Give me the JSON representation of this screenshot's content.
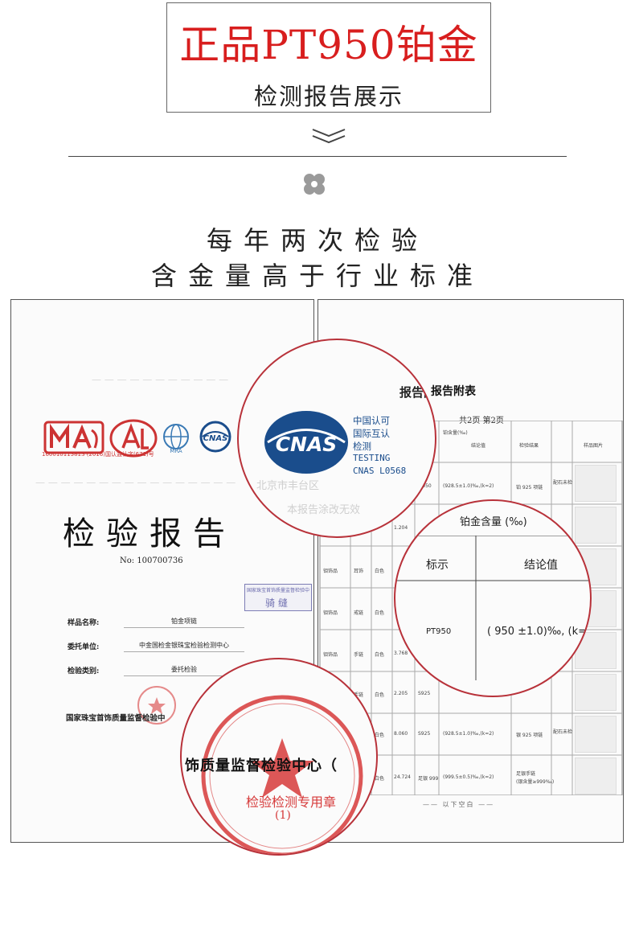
{
  "header": {
    "title": "正品PT950铂金",
    "subtitle": "检测报告展示"
  },
  "slogan": {
    "line1": "每年两次检验",
    "line2": "含金量高于行业标准"
  },
  "left_report": {
    "seal_text": "16001011381S",
    "seal_small": "(2016)国认监认字(671)号",
    "title": "检验报告",
    "number": "No: 100700736",
    "fields": [
      {
        "label": "样品名称:",
        "value": "铂金项链"
      },
      {
        "label": "委托单位:",
        "value": "中金国检金银珠宝检验检测中心"
      },
      {
        "label": "检验类别:",
        "value": "委托检验"
      }
    ],
    "organization": "国家珠宝首饰质量监督检验中",
    "seam_stamp_top": "国家珠宝首饰质量监督检验中心",
    "seam_stamp_main": "骑缝"
  },
  "right_report": {
    "appendix_title": "报告附表",
    "page_info": "共2页    第2页",
    "column_headers": [
      "铂含量(‰)",
      "结论值",
      "检验结果",
      "样品图片"
    ],
    "rows": [
      {
        "name": "",
        "val": "PT950",
        "conclusion": "(928.5±1.0)‰,(k=2)",
        "result": "铂 925 项链",
        "note": "配石未检"
      },
      {
        "name": "",
        "val": "",
        "conclusion": "",
        "result": "",
        "note": ""
      },
      {
        "name": "",
        "val": "1.204",
        "conclusion": "",
        "result": "",
        "note": ""
      },
      {
        "name": "钼饰品",
        "val": "耳饰",
        "conclusion": "白色",
        "result": "",
        "note": ""
      },
      {
        "name": "钼饰品",
        "val": "戒链",
        "conclusion": "白色",
        "result": "",
        "note": ""
      },
      {
        "name": "钼饰品",
        "val": "手链",
        "conclusion": "白色",
        "result": "3.768",
        "note": ""
      },
      {
        "name": "",
        "val": "手链",
        "conclusion": "白色",
        "result": "2.205",
        "note": "S925"
      },
      {
        "name": "",
        "val": "",
        "conclusion": "白色",
        "result": "8.060",
        "note": "S925"
      },
      {
        "name": "",
        "val": "",
        "conclusion": "白色",
        "result": "24.724",
        "note": "足银 999"
      }
    ],
    "row_extras": [
      {
        "std": "(928.5±1.0)‰,(k=2)",
        "res": "银 925 项链",
        "note": "配石未检"
      },
      {
        "std": "(999.5±0.5)‰,(k=2)",
        "res": "足银手链",
        "note": "(银含量≥999‰)"
      }
    ],
    "end_note": "—— 以下空白 ——"
  },
  "magnifier_cnas": {
    "lines": [
      "中国认可",
      "国际互认",
      "检测",
      "TESTING",
      "CNAS L0568"
    ],
    "bleed_top": "报告附表",
    "bleed_left": "北京市丰台区",
    "bleed_left2": "本报告涂改无效"
  },
  "magnifier_platinum": {
    "title": "铂金含量 (‰)",
    "header_label": "标示",
    "header_value": "结论值",
    "row_label": "PT950",
    "row_value": "( 950 ±1.0)‰, (k="
  },
  "magnifier_stamp": {
    "org": "饰质量监督检验中心（",
    "usage": "检验检测专用章",
    "num": "(1)"
  },
  "colors": {
    "title_red": "#d81e1e",
    "circle_red": "#b8323a",
    "cnas_blue": "#1a4d8c",
    "stamp_red": "#d63a3a"
  }
}
